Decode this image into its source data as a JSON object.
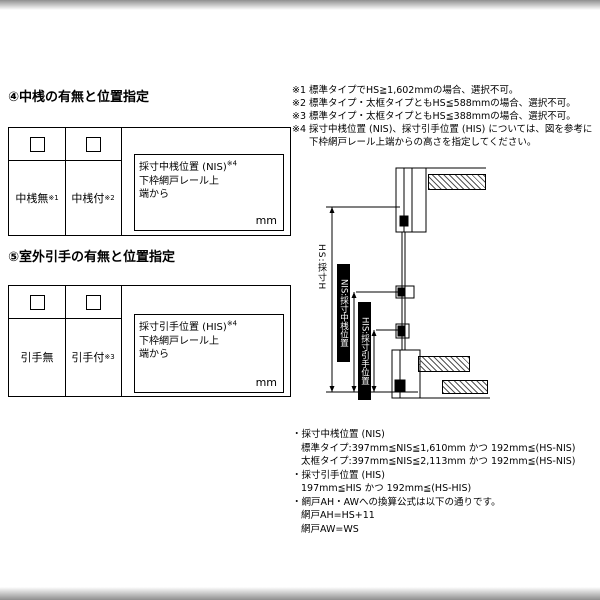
{
  "section_nakazan": {
    "title": "④中桟の有無と位置指定",
    "options": [
      {
        "label": "中桟無",
        "sup": "※1"
      },
      {
        "label": "中桟付",
        "sup": "※2"
      }
    ],
    "position_box": {
      "title": "採寸中桟位置 (NIS)",
      "sup": "※4",
      "description": "下枠網戸レール上端から",
      "unit": "mm"
    }
  },
  "section_hikite": {
    "title": "⑤室外引手の有無と位置指定",
    "options": [
      {
        "label": "引手無",
        "sup": ""
      },
      {
        "label": "引手付",
        "sup": "※3"
      }
    ],
    "position_box": {
      "title": "採寸引手位置 (HIS)",
      "sup": "※4",
      "description": "下枠網戸レール上端から",
      "unit": "mm"
    }
  },
  "notes": [
    "※1 標準タイプでHS≧1,602mmの場合、選択不可。",
    "※2 標準タイプ・太框タイプともHS≦588mmの場合、選択不可。",
    "※3 標準タイプ・太框タイプともHS≦388mmの場合、選択不可。",
    "※4 採寸中桟位置 (NIS)、採寸引手位置 (HIS) については、図を参考に下枠網戸レール上端からの高さを指定してください。"
  ],
  "diagram": {
    "labels": {
      "hs": "HS:採寸H",
      "nis": "NIS:採寸中桟位置",
      "his": "HIS:採寸引手位置"
    }
  },
  "bottom_notes": {
    "nis_title": "・採寸中桟位置 (NIS)",
    "nis_standard": "標準タイプ:397mm≦NIS≦1,610mm かつ 192mm≦(HS-NIS)",
    "nis_thick": "太框タイプ:397mm≦NIS≦2,113mm かつ 192mm≦(HS-NIS)",
    "his_title": "・採寸引手位置 (HIS)",
    "his_range": "197mm≦HIS かつ 192mm≦(HS-HIS)",
    "formula_title": "・網戸AH・AWへの換算公式は以下の通りです。",
    "formula_ah": "網戸AH=HS+11",
    "formula_aw": "網戸AW=WS"
  }
}
